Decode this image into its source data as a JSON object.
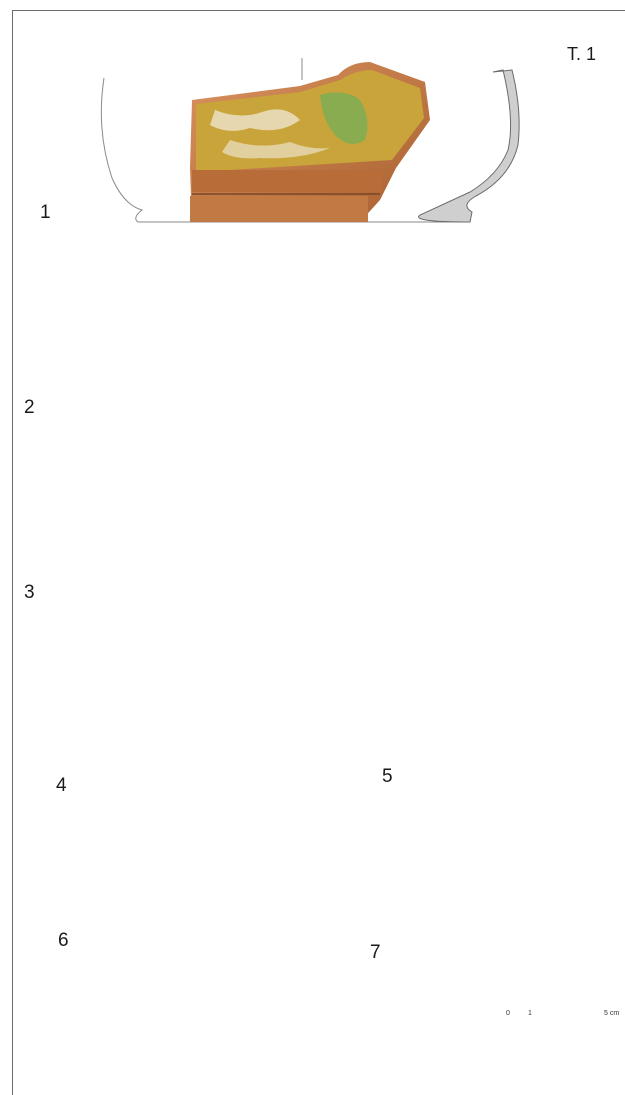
{
  "plate": {
    "title": "T. 1",
    "items": [
      {
        "number": "1"
      },
      {
        "number": "2"
      },
      {
        "number": "3"
      },
      {
        "number": "4"
      },
      {
        "number": "5"
      },
      {
        "number": "6"
      },
      {
        "number": "7"
      }
    ],
    "scale_bar": {
      "left_label": "0",
      "mid_label": "1",
      "right_label": "5 cm"
    }
  },
  "colors": {
    "section_fill": "#cfcfcf",
    "outline": "#8a8a8a",
    "terracotta": "#c77a44",
    "ochre_glaze": "#c9a43a",
    "green_glaze": "#7fae56",
    "cobalt": "#3a4f9e",
    "cream": "#f2ede0",
    "orange_glaze": "#e08a1e"
  }
}
